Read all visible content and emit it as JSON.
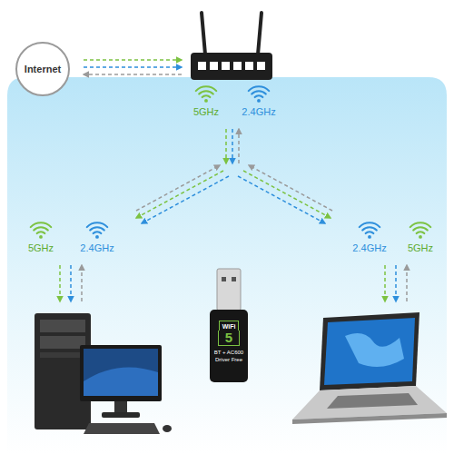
{
  "diagram": {
    "nodes": [
      {
        "text": [
          "Internet"
        ]
      },
      {
        "text": [
          "WiFi",
          "5",
          "BT + AC600 Driver Free"
        ]
      }
    ],
    "labels": [
      "5GHz",
      "2.4GHz",
      "5GHz",
      "2.4GHz",
      "2.4GHz",
      "5GHz"
    ]
  }
}
